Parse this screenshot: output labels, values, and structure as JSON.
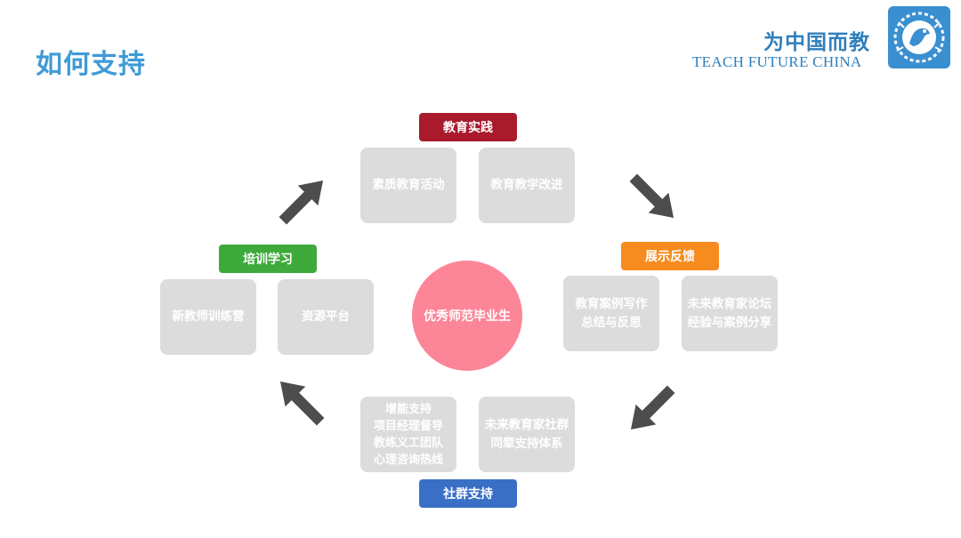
{
  "header": {
    "title": "如何支持",
    "brand_cn": "为中国而教",
    "brand_en": "TEACH FUTURE CHINA"
  },
  "center": {
    "label": "优秀师范毕业生",
    "color": "#fc8597"
  },
  "groups": {
    "practice": {
      "label": "教育实践",
      "color": "#a81a2c",
      "items": [
        "素质教育活动",
        "教育教学改进"
      ]
    },
    "feedback": {
      "label": "展示反馈",
      "color": "#f68b1f",
      "items": [
        [
          "教育案例写作",
          "总结与反思"
        ],
        [
          "未来教育家论坛",
          "经验与案例分享"
        ]
      ]
    },
    "community": {
      "label": "社群支持",
      "color": "#3a6fc6",
      "items": [
        [
          "增能支持",
          "项目经理督导",
          "教练义工团队",
          "心理咨询热线"
        ],
        [
          "未来教育家社群",
          "同辈支持体系"
        ]
      ]
    },
    "training": {
      "label": "培训学习",
      "color": "#3daa3b",
      "items": [
        "新教师训练营",
        "资源平台"
      ]
    }
  },
  "colors": {
    "box": "#dcdcdc",
    "arrow": "#4d4d4d",
    "title": "#3f9bd6",
    "brand": "#2f7fbd"
  },
  "icons": {
    "logo": "teach-future-china-logo-icon",
    "arrow": "cycle-arrow-icon"
  }
}
